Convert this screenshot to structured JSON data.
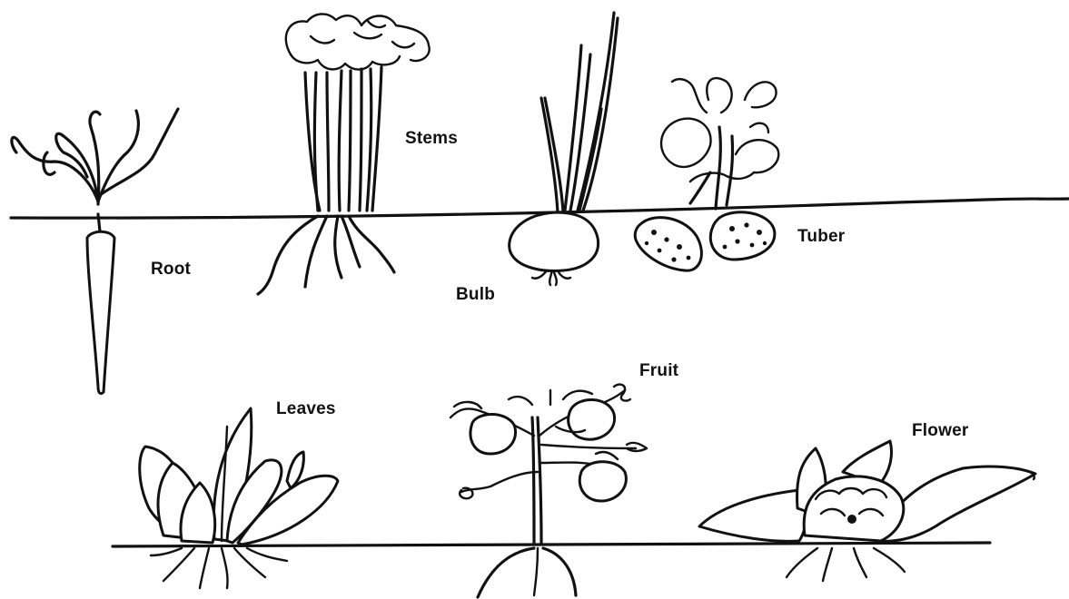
{
  "labels": {
    "root": "Root",
    "stems": "Stems",
    "bulb": "Bulb",
    "tuber": "Tuber",
    "leaves": "Leaves",
    "fruit": "Fruit",
    "flower": "Flower"
  },
  "colors": {
    "background": "#ffffff",
    "ink": "#111111"
  }
}
